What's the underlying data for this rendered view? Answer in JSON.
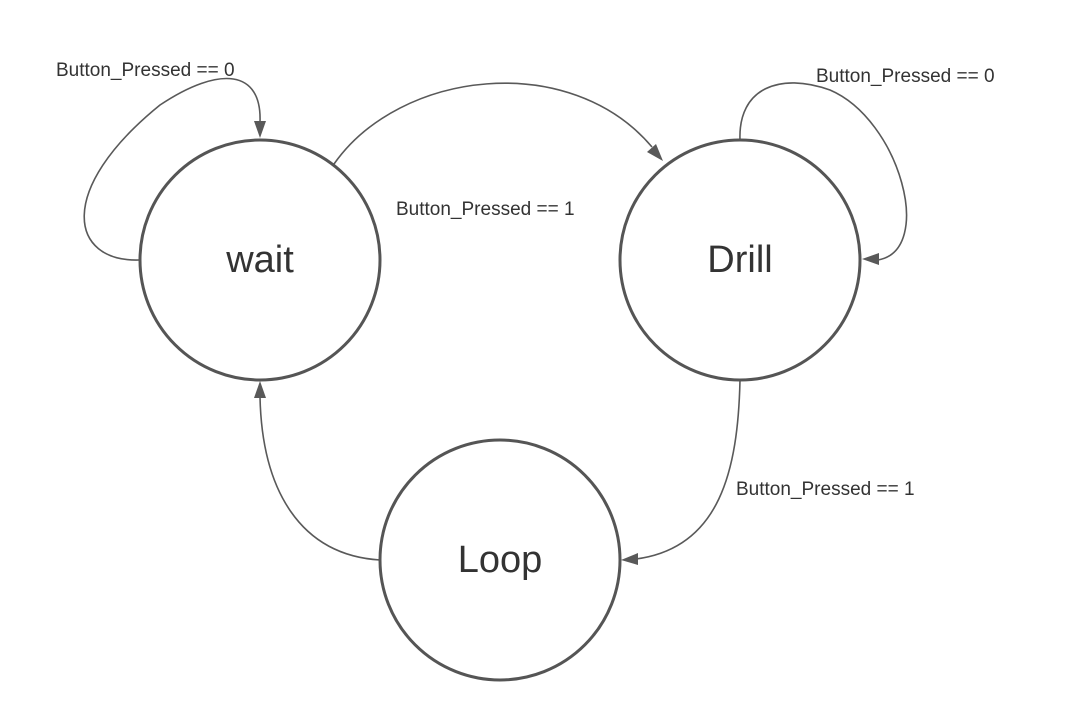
{
  "diagram": {
    "states": {
      "wait": "wait",
      "drill": "Drill",
      "loop": "Loop"
    },
    "transitions": {
      "wait_self": "Button_Pressed == 0",
      "wait_to_drill": "Button_Pressed == 1",
      "drill_self": "Button_Pressed == 0",
      "drill_to_loop": "Button_Pressed == 1"
    },
    "colors": {
      "stroke": "#555555",
      "text": "#333333",
      "background": "#ffffff"
    }
  }
}
